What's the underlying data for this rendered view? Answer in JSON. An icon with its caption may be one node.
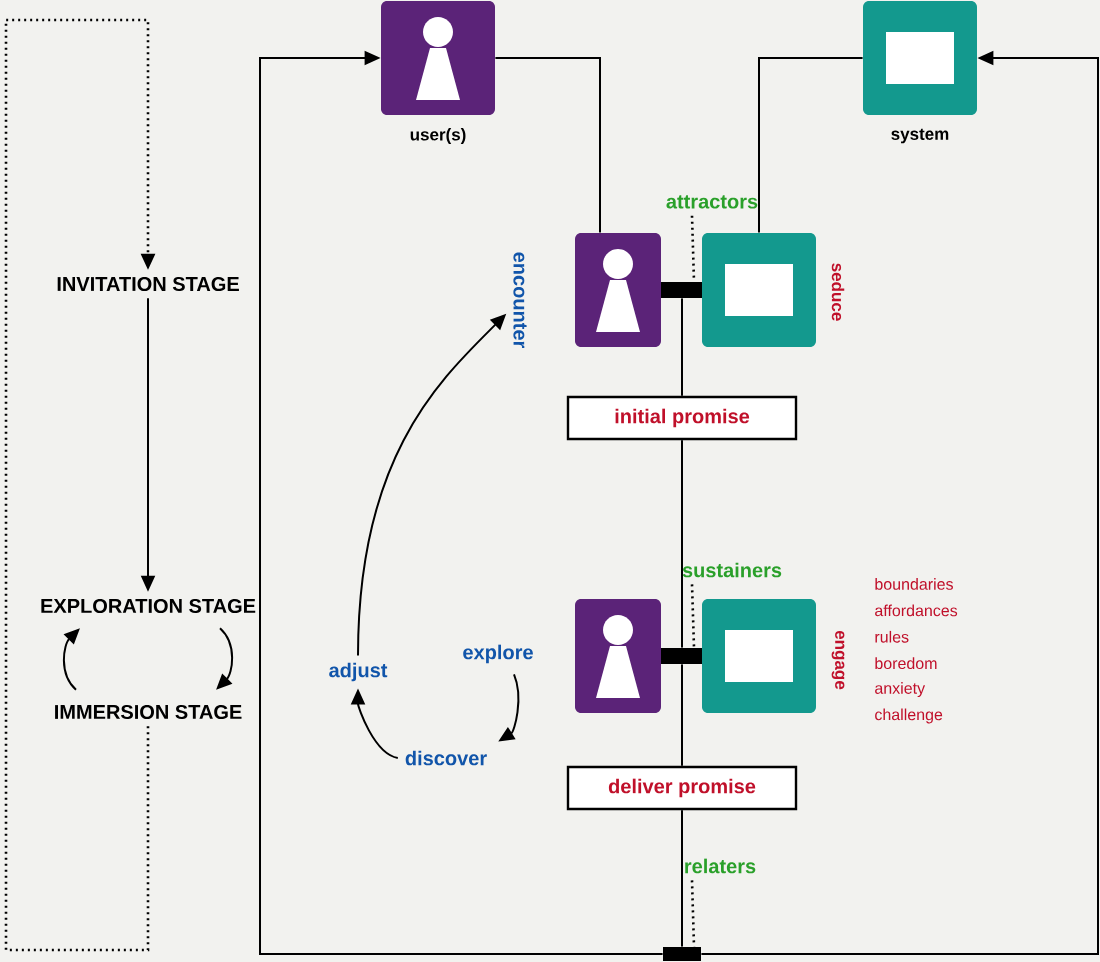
{
  "diagram": {
    "nodes": [
      {
        "text": [],
        "shape": "person",
        "beside": [
          "user(s)"
        ]
      },
      {
        "text": [],
        "shape": "box",
        "beside": [
          "system"
        ]
      },
      {
        "text": [
          "INVITATION STAGE"
        ]
      },
      {
        "text": [
          "EXPLORATION STAGE"
        ]
      },
      {
        "text": [
          "IMMERSION STAGE"
        ]
      },
      {
        "text": [
          "encounter"
        ]
      },
      {
        "text": [],
        "shape": "person"
      },
      {
        "text": [],
        "shape": "bar"
      },
      {
        "text": [],
        "shape": "box",
        "beside": [
          "seduce"
        ]
      },
      {
        "text": [
          "attractors"
        ]
      },
      {
        "text": [
          "initial promise"
        ]
      },
      {
        "text": [
          "adjust"
        ]
      },
      {
        "text": [
          "explore"
        ]
      },
      {
        "text": [
          "discover"
        ]
      },
      {
        "text": [],
        "shape": "person"
      },
      {
        "text": [],
        "shape": "bar"
      },
      {
        "text": [],
        "shape": "box",
        "beside": [
          "engage"
        ]
      },
      {
        "text": [
          "sustainers"
        ]
      },
      {
        "text": [
          "deliver promise"
        ]
      },
      {
        "text": [
          "relaters"
        ]
      },
      {
        "text": [],
        "shape": "bar"
      }
    ],
    "edges": [
      {
        "from": 2,
        "to": 3,
        "arrow": "to"
      },
      {
        "from": 3,
        "to": 4,
        "arrow": "to"
      },
      {
        "from": 4,
        "to": 3,
        "arrow": "to"
      },
      {
        "from": 4,
        "to": 2,
        "arrow": "to",
        "style": "dashed"
      },
      {
        "from": 0,
        "to": 6,
        "arrow": "none"
      },
      {
        "from": 1,
        "to": 8,
        "arrow": "none"
      },
      {
        "from": 9,
        "to": 7,
        "arrow": "none",
        "style": "dashed"
      },
      {
        "from": 7,
        "to": 10,
        "arrow": "none"
      },
      {
        "from": 10,
        "to": 15,
        "arrow": "none"
      },
      {
        "from": 17,
        "to": 15,
        "arrow": "none",
        "style": "dashed"
      },
      {
        "from": 15,
        "to": 18,
        "arrow": "none"
      },
      {
        "from": 18,
        "to": 20,
        "arrow": "none"
      },
      {
        "from": 19,
        "to": 20,
        "arrow": "none",
        "style": "dashed"
      },
      {
        "from": 20,
        "to": 0,
        "arrow": "to"
      },
      {
        "from": 20,
        "to": 1,
        "arrow": "to"
      },
      {
        "from": 12,
        "to": 13,
        "arrow": "to"
      },
      {
        "from": 13,
        "to": 11,
        "arrow": "to"
      },
      {
        "from": 11,
        "to": 5,
        "arrow": "to"
      }
    ],
    "labels": [
      "boundaries",
      "affordances",
      "rules",
      "boredom",
      "anxiety",
      "challenge"
    ]
  }
}
